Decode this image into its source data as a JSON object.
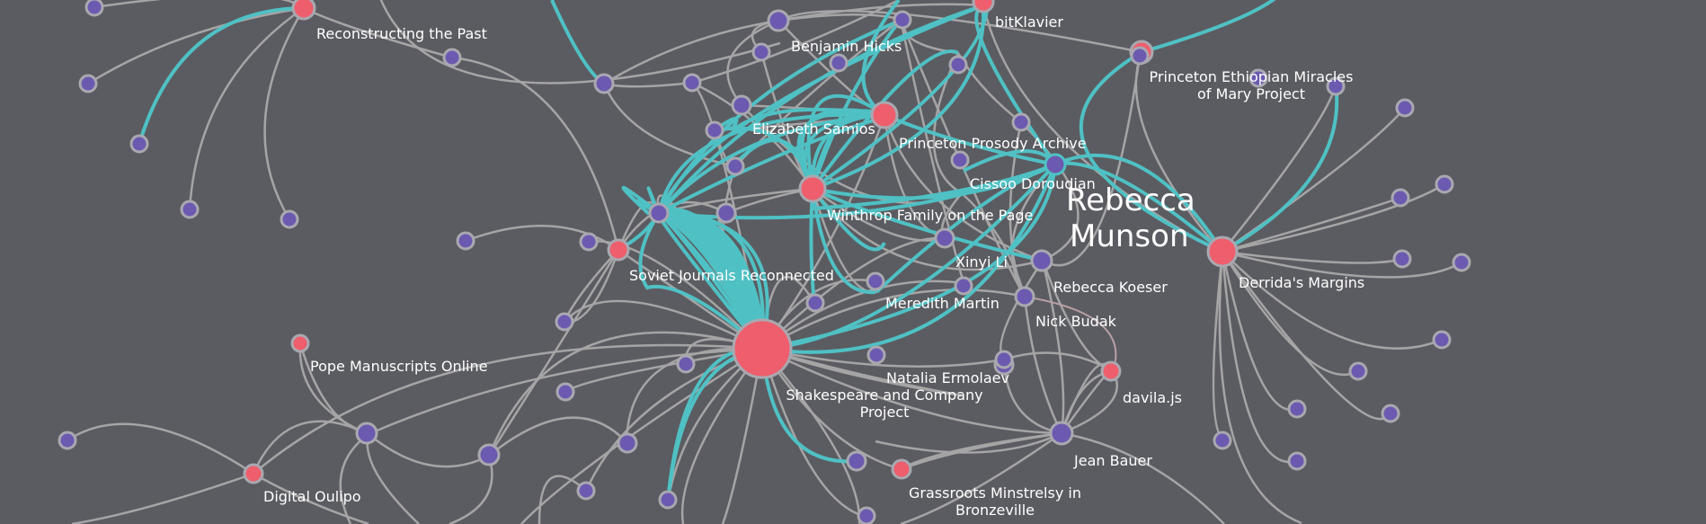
{
  "colors": {
    "background": "#5b5c61",
    "edge": "#a6a5a6",
    "highlight_edge": "#4fc1c4",
    "person": "#6c5ab0",
    "project": "#ef5e6c",
    "label": "#ffffff"
  },
  "labels": {
    "reconstructing_past": "Reconstructing the Past",
    "bitklavier": "bitKlavier",
    "benjamin_hicks": "Benjamin Hicks",
    "ethiopian_1": "Princeton Ethiopian Miracles",
    "ethiopian_2": "of Mary Project",
    "elizabeth_samios": "Elizabeth Samios",
    "prosody": "Princeton Prosody Archive",
    "cissoo": "Cissoo Doroudian",
    "rebecca_munson_1": "Rebecca",
    "rebecca_munson_2": "Munson",
    "winthrop": "Winthrop Family on the Page",
    "xinyi": "Xinyi Li",
    "rebecca_koeser": "Rebecca Koeser",
    "derrida": "Derrida's Margins",
    "soviet": "Soviet Journals Reconnected",
    "meredith": "Meredith Martin",
    "nick": "Nick Budak",
    "pope": "Pope Manuscripts Online",
    "natalia": "Natalia Ermolaev",
    "shakespeare_1": "Shakespeare and Company",
    "shakespeare_2": "Project",
    "davila": "davila.js",
    "jean": "Jean Bauer",
    "digital_oulipo": "Digital Oulipo",
    "grassroots_1": "Grassroots Minstrelsy in",
    "grassroots_2": "Bronzeville"
  }
}
